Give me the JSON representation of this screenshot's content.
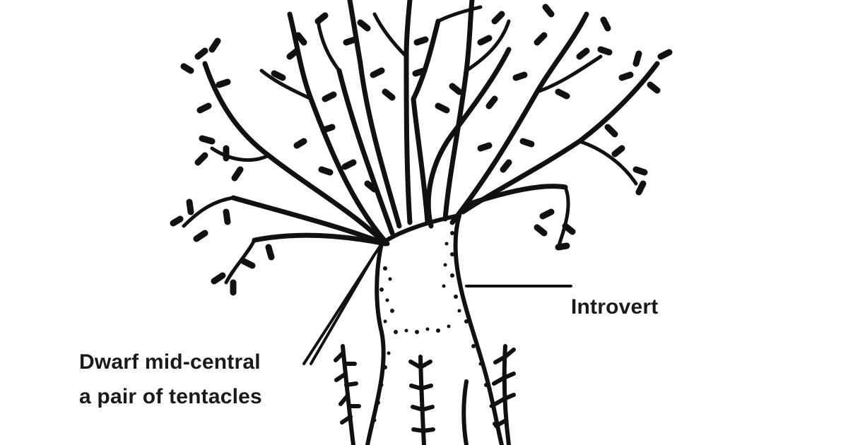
{
  "labels": {
    "introvert": "Introvert",
    "dwarf_line_1": "Dwarf mid-central",
    "dwarf_line_2": "a pair of tentacles"
  },
  "colors": {
    "ink": "#111111",
    "paper": "#ffffff"
  }
}
